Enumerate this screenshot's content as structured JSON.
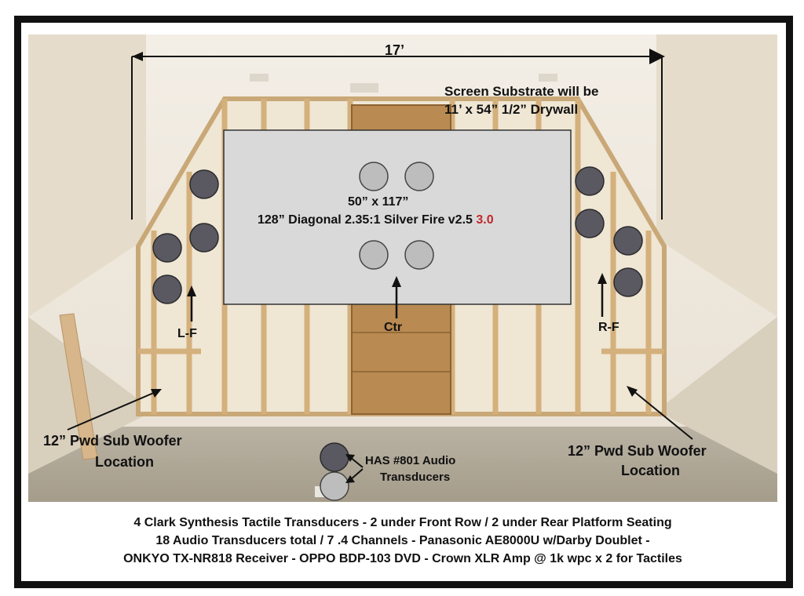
{
  "labels": {
    "width": "17’",
    "substrate_line1": "Screen Substrate will be",
    "substrate_line2": "11’ x 54” 1/2” Drywall",
    "screen_size": "50” x 117”",
    "screen_desc": "128” Diagonal 2.35:1 Silver Fire v2.5",
    "screen_version": "3.0",
    "left_front": "L-F",
    "right_front": "R-F",
    "center": "Ctr",
    "sub_left_line1": "12” Pwd Sub Woofer",
    "sub_left_line2": "Location",
    "sub_right_line1": "12” Pwd Sub Woofer",
    "sub_right_line2": "Location",
    "has_line1": "HAS #801 Audio",
    "has_line2": "Transducers"
  },
  "caption": {
    "line1": "4 Clark Synthesis Tactile Transducers   -    2 under Front Row / 2 under Rear Platform Seating",
    "line2": "18 Audio Transducers total / 7 .4 Channels  -  Panasonic AE8000U w/Darby Doublet  -",
    "line3": "ONKYO TX-NR818 Receiver -  OPPO BDP-103 DVD  - Crown XLR Amp @ 1k wpc x 2 for Tactiles"
  },
  "colors": {
    "border": "#111111",
    "screen": "#d8d8d8",
    "speaker_dark": "#5a5860",
    "speaker_light": "#bdbdbd",
    "version_red": "#c0282c",
    "wall": "#ece3d2",
    "stud": "#d7b98a",
    "osb": "#b88a52"
  }
}
